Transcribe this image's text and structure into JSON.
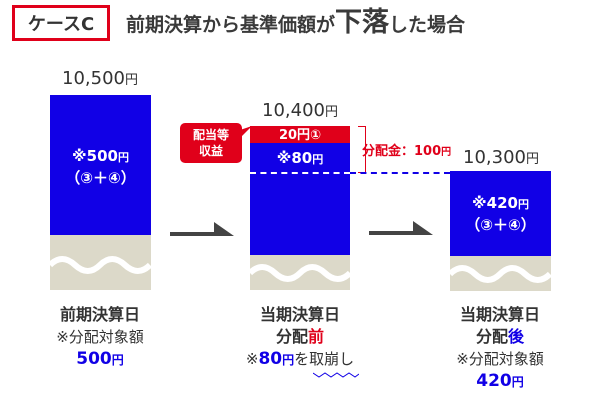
{
  "header": {
    "case_label": "ケースC",
    "title_pre": "前期決算から基準価額が",
    "title_emph": "下落",
    "title_post": "した場合"
  },
  "columns": [
    {
      "value": "10,500",
      "yen": "円",
      "bar_line1_num": "※500",
      "bar_line1_yen": "円",
      "bar_line2": "（③＋④）",
      "caption_line1": "前期決算日",
      "caption_line2": "※分配対象額",
      "caption_amount": "500",
      "caption_yen": "円"
    },
    {
      "value": "10,400",
      "yen": "円",
      "red_bar_text": "20円①",
      "bar_line1_num": "※80",
      "bar_line1_yen": "円",
      "callout": "配当等\n収益",
      "callout_line1": "配当等",
      "callout_line2": "収益",
      "distribution_label": "分配金：100",
      "distribution_yen": "円",
      "caption_line1": "当期決算日",
      "caption_line2_pre": "分配",
      "caption_line2_emph": "前",
      "note_pre": "※",
      "note_amount": "80",
      "note_yen": "円",
      "note_post": "を取崩し"
    },
    {
      "value": "10,300",
      "yen": "円",
      "bar_line1_num": "※420",
      "bar_line1_yen": "円",
      "bar_line2": "（③＋④）",
      "caption_line1": "当期決算日",
      "caption_line2_pre": "分配",
      "caption_line2_emph": "後",
      "caption_line3": "※分配対象額",
      "caption_amount": "420",
      "caption_yen": "円"
    }
  ],
  "colors": {
    "accent_red": "#e0001a",
    "bar_blue": "#1100e6",
    "base_beige": "#dcd9c9"
  }
}
